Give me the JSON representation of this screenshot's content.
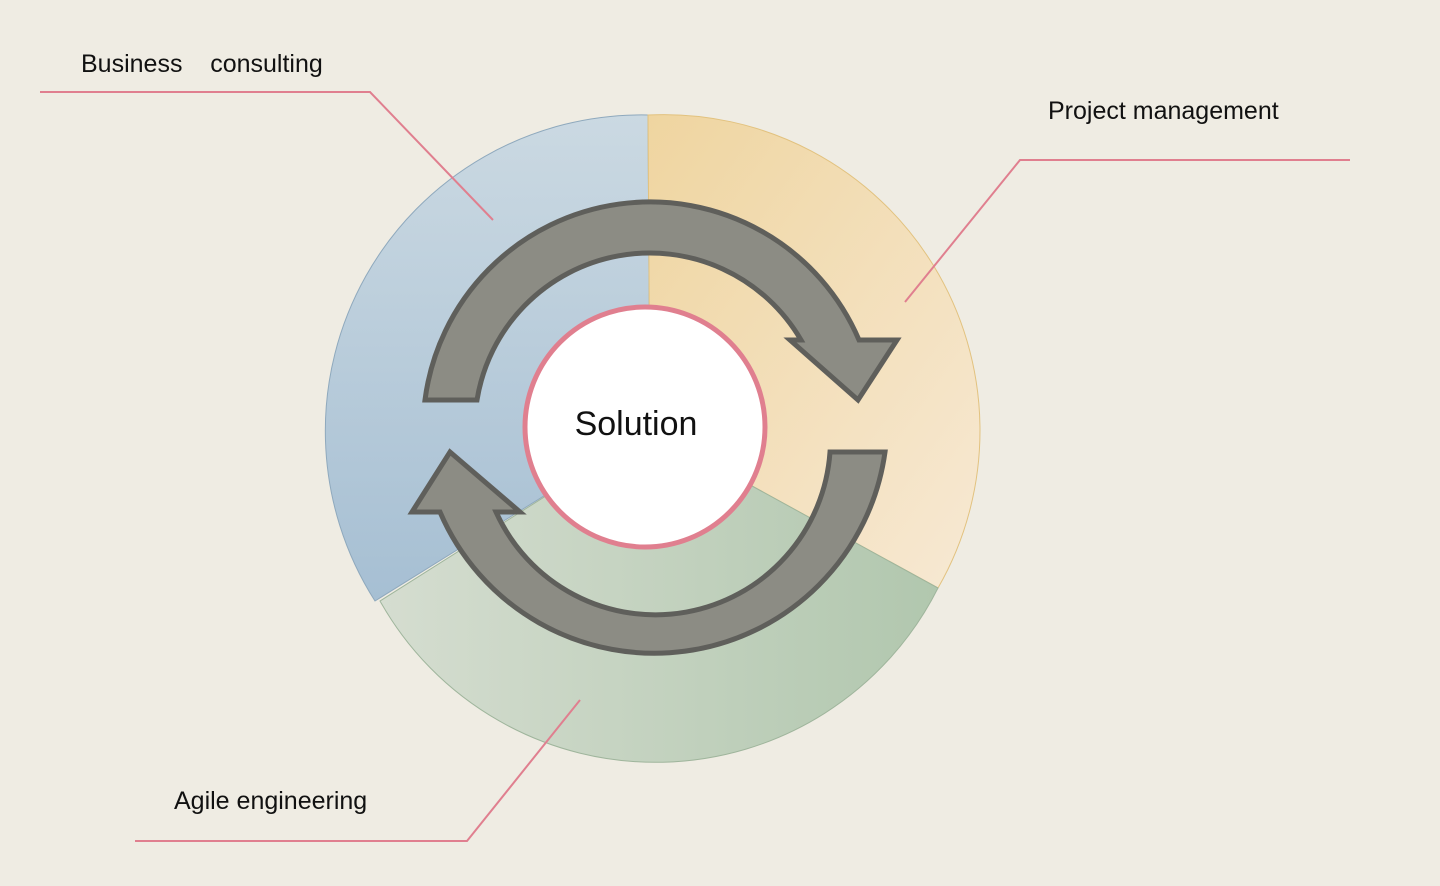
{
  "center_label": "Solution",
  "segments": [
    {
      "label": "Business    consulting",
      "color": "#b9cddb"
    },
    {
      "label": "Project management",
      "color": "#f1dbb0"
    },
    {
      "label": "Agile engineering",
      "color": "#c4d3c2"
    }
  ],
  "colors": {
    "leader_line": "#e07f8f",
    "arrow_fill": "#8c8c84",
    "arrow_stroke": "#5f5f5b",
    "background": "#efece3"
  }
}
